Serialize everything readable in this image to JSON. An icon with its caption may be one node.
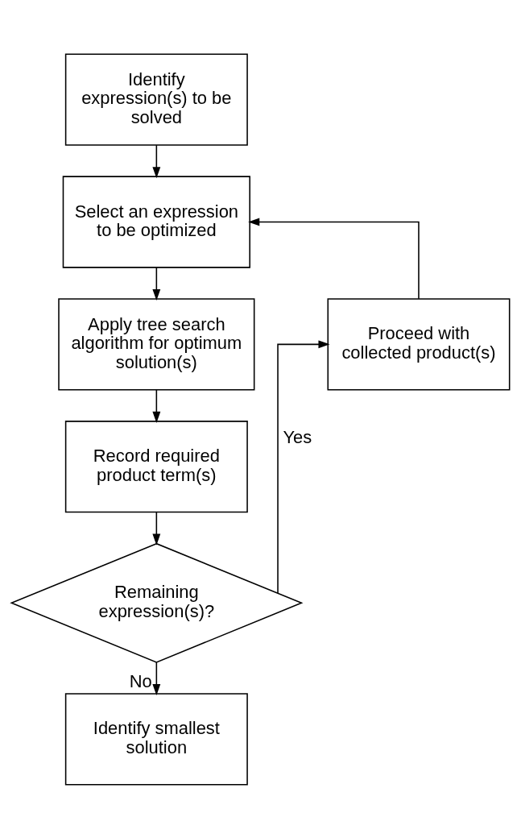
{
  "diagram": {
    "nodes": [
      {
        "text": [
          "Identify expression(s) to be solved"
        ]
      },
      {
        "text": [
          "Select an expression to be optimized"
        ]
      },
      {
        "text": [
          "Apply tree search algorithm for optimum solution(s)"
        ]
      },
      {
        "text": [
          "Record required product term(s)"
        ]
      },
      {
        "text": [
          "Remaining expression(s)?"
        ]
      },
      {
        "text": [
          "Proceed with collected product(s)"
        ]
      },
      {
        "text": [
          "Identify smallest solution"
        ]
      }
    ],
    "edges": [
      {
        "from": 0,
        "to": 1,
        "arrow": "to"
      },
      {
        "from": 1,
        "to": 2,
        "arrow": "to"
      },
      {
        "from": 2,
        "to": 3,
        "arrow": "to"
      },
      {
        "from": 3,
        "to": 4,
        "arrow": "to"
      },
      {
        "from": 4,
        "to": 5,
        "arrow": "to",
        "label": "Yes"
      },
      {
        "from": 5,
        "to": 1,
        "arrow": "to"
      },
      {
        "from": 4,
        "to": 6,
        "arrow": "to",
        "label": "No"
      }
    ]
  }
}
